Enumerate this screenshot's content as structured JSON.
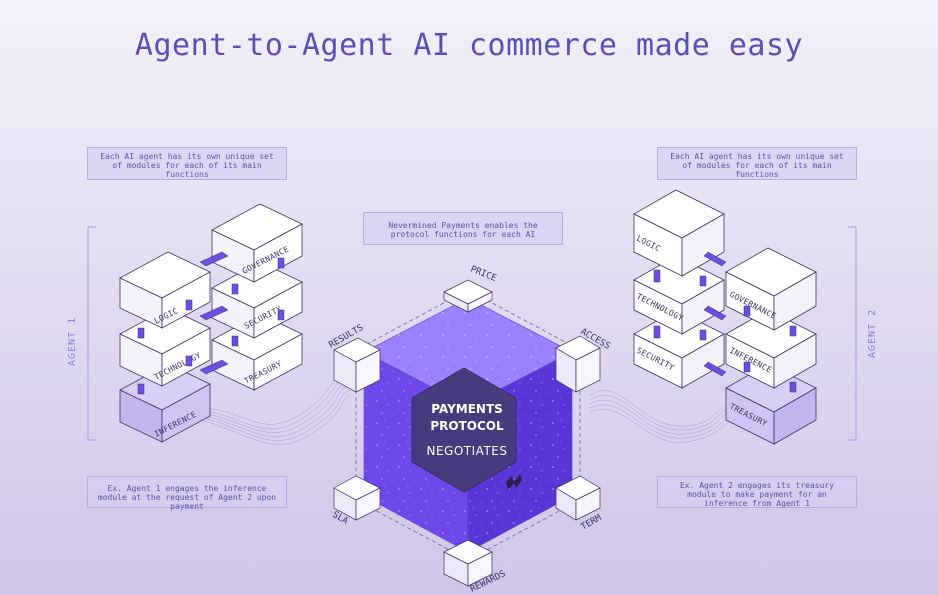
{
  "title": "Agent-to-Agent AI commerce made easy",
  "notes": {
    "left_top": "Each AI agent has its own unique set of modules for each of its main functions",
    "right_top": "Each AI agent has its own unique set of modules for each of its main functions",
    "center_top": "Nevermined Payments enables the protocol functions for each AI",
    "left_bottom": "Ex. Agent 1 engages the inference module at the request of Agent 2 upon payment",
    "right_bottom": "Ex. Agent 2 engages its treasury module to make payment for an inference from Agent 1"
  },
  "agent1": {
    "label": "AGENT 1",
    "modules": {
      "logic": "LOGIC",
      "technology": "TECHNOLOGY",
      "inference": "INFERENCE",
      "governance": "GOVERNANCE",
      "security": "SECURITY",
      "treasury": "TREASURY"
    }
  },
  "agent2": {
    "label": "AGENT 2",
    "modules": {
      "logic": "LOGIC",
      "technology": "TECHNOLOGY",
      "security": "SECURITY",
      "governance": "GOVERNANCE",
      "inference": "INFERENCE",
      "treasury": "TREASURY"
    }
  },
  "protocol": {
    "line1": "PAYMENTS",
    "line2": "PROTOCOL",
    "line3": "NEGOTIATES",
    "vertices": {
      "price": "PRICE",
      "access": "ACCESS",
      "term": "TERM",
      "rewards": "REWARDS",
      "sla": "SLA",
      "results": "RESULTS"
    }
  },
  "colors": {
    "accent": "#5a4fb5",
    "highlight_module": "#c9bff2",
    "connector": "#6c4fe0",
    "cube_purple": "#7a55f0",
    "hex_dark": "#463c7d"
  }
}
